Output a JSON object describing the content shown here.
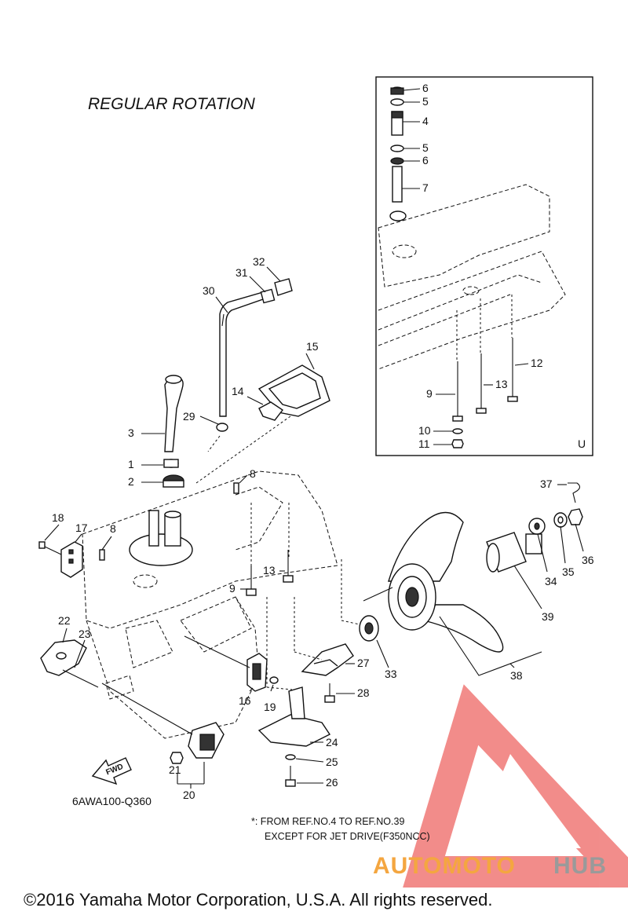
{
  "title": "REGULAR ROTATION",
  "inset_label": "U",
  "diagram_code": "6AWA100-Q360",
  "fwd_label": "FWD",
  "note_line1": "*: FROM REF.NO.4 TO REF.NO.39",
  "note_line2": "EXCEPT FOR JET DRIVE(F350NCC)",
  "copyright": "©2016 Yamaha Motor Corporation, U.S.A. All rights reserved.",
  "watermark": {
    "part1": "AUTOMOTO",
    "part2": "HUB",
    "color1": "#f4a640",
    "color2": "#9a9a9a",
    "logo_color": "#e8302b"
  },
  "callouts": [
    "6",
    "5",
    "4",
    "5",
    "6",
    "7",
    "12",
    "13",
    "9",
    "10",
    "11",
    "32",
    "31",
    "30",
    "15",
    "14",
    "29",
    "3",
    "1",
    "2",
    "8",
    "18",
    "17",
    "8",
    "13",
    "9",
    "22",
    "23",
    "16",
    "19",
    "21",
    "20",
    "27",
    "28",
    "24",
    "25",
    "26",
    "33",
    "38",
    "37",
    "34",
    "35",
    "36",
    "39"
  ]
}
